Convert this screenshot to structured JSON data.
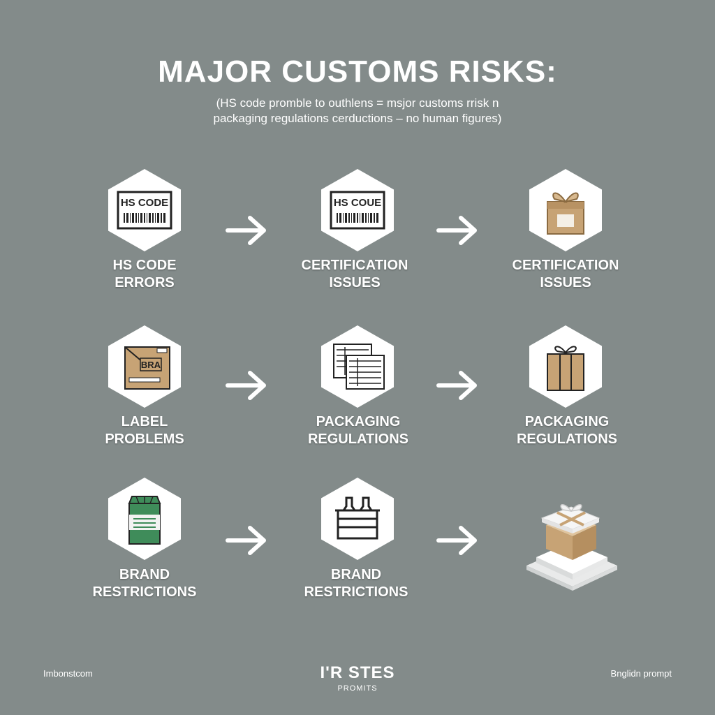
{
  "title": "MAJOR CUSTOMS RISKS:",
  "subtitle_line1": "(HS code promble to outhlens = msjor customs rrisk n",
  "subtitle_line2": "packaging regulations cerductions – no human figures)",
  "rows": [
    {
      "cards": [
        {
          "icon": "barcode-label-icon",
          "icon_text": "HS CODE",
          "line1": "HS CODE",
          "line2": "ERRORS"
        },
        {
          "icon": "barcode-label-icon",
          "icon_text": "HS COUE",
          "line1": "CERTIFICATION",
          "line2": "ISSUES"
        },
        {
          "icon": "gift-box-icon",
          "icon_text": "",
          "line1": "CERTIFICATION",
          "line2": "ISSUES"
        }
      ]
    },
    {
      "cards": [
        {
          "icon": "shipping-box-label-icon",
          "icon_text": "BRA",
          "line1": "LABEL",
          "line2": "PROBLEMS"
        },
        {
          "icon": "documents-icon",
          "icon_text": "",
          "line1": "PACKAGING",
          "line2": "REGULATIONS"
        },
        {
          "icon": "ribbon-box-icon",
          "icon_text": "",
          "line1": "PACKAGING",
          "line2": "REGULATIONS"
        }
      ]
    },
    {
      "cards": [
        {
          "icon": "green-bag-icon",
          "icon_text": "",
          "line1": "BRAND",
          "line2": "RESTRICTIONS"
        },
        {
          "icon": "bottle-crate-icon",
          "icon_text": "",
          "line1": "BRAND",
          "line2": "RESTRICTIONS"
        },
        {
          "icon": "parcel-3d-icon",
          "icon_text": "",
          "line1": "",
          "line2": ""
        }
      ]
    }
  ],
  "footer": {
    "left": "Imbonstcom",
    "center": "I'R STES",
    "center_sub": "PROMITS",
    "right": "Bnglidn prompt"
  },
  "colors": {
    "background": "#838b8a",
    "hex_fill": "#ffffff",
    "kraft": "#c7a375",
    "green": "#3f8c5a"
  }
}
